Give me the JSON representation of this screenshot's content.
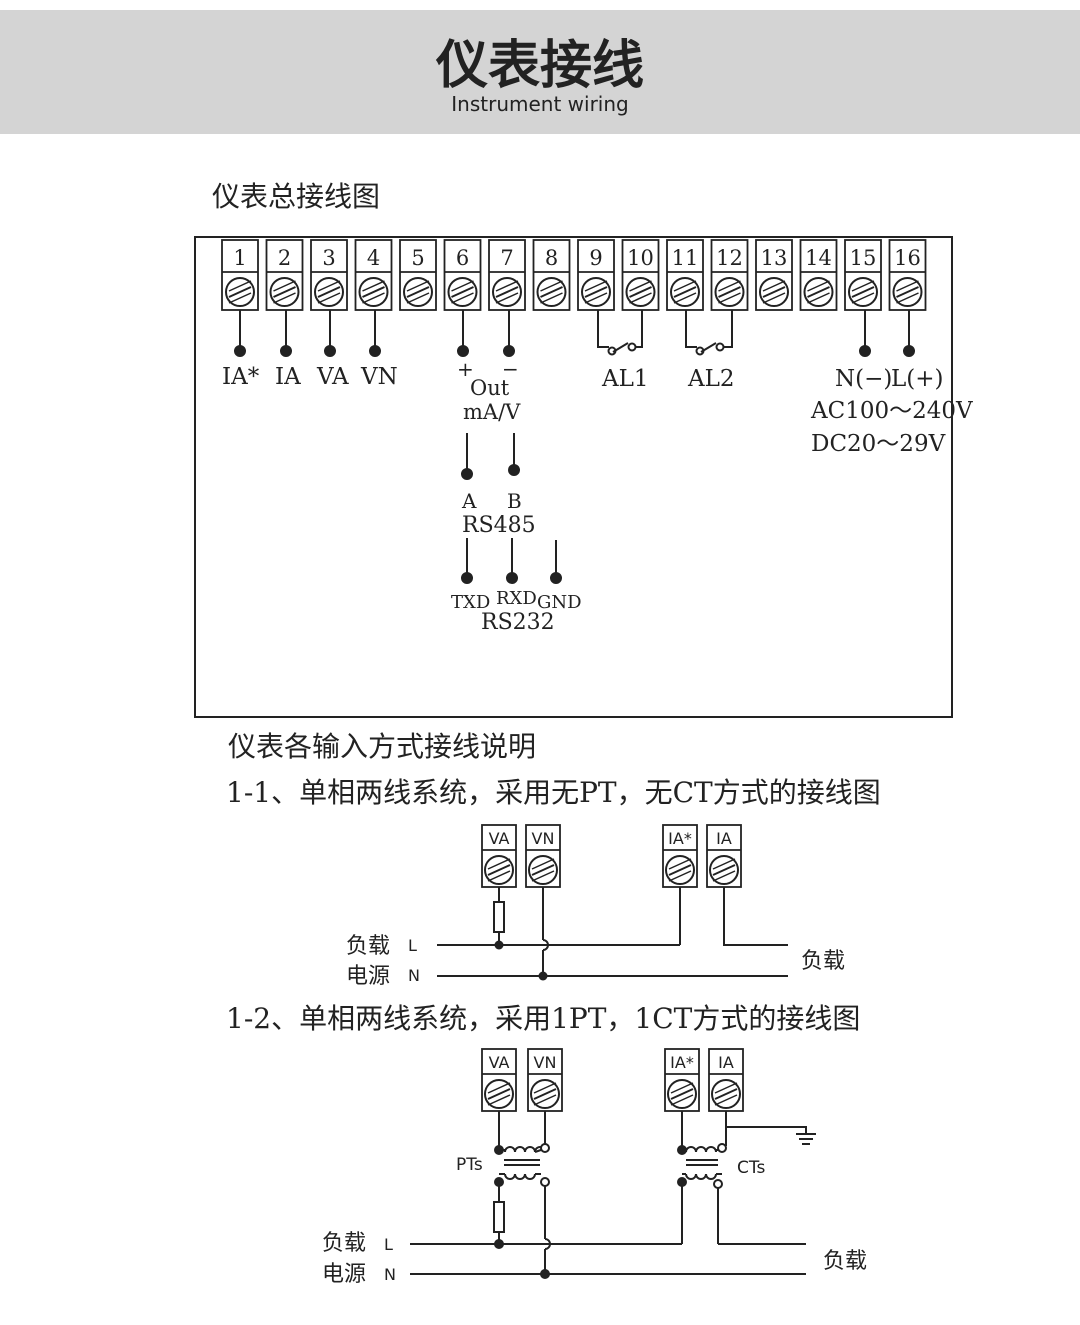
{
  "header": {
    "title": "仪表接线",
    "subtitle": "Instrument wiring",
    "background": "#d4d4d4"
  },
  "main_diagram": {
    "title": "仪表总接线图",
    "terminals": [
      "1",
      "2",
      "3",
      "4",
      "5",
      "6",
      "7",
      "8",
      "9",
      "10",
      "11",
      "12",
      "13",
      "14",
      "15",
      "16"
    ],
    "labels": {
      "ia_star": "IA*",
      "ia": "IA",
      "va": "VA",
      "vn": "VN",
      "plus": "+",
      "minus": "−",
      "out": "Out",
      "ma_v": "mA/V",
      "al1": "AL1",
      "al2": "AL2",
      "n": "N(−)",
      "l": "L(+)",
      "ac": "AC100～240V",
      "dc": "DC20～29V",
      "a": "A",
      "b": "B",
      "rs485": "RS485",
      "txd": "TXD",
      "rxd": "RXD",
      "gnd": "GND",
      "rs232": "RS232"
    }
  },
  "instructions": {
    "title": "仪表各输入方式接线说明"
  },
  "diagram_1_1": {
    "title": "1-1、单相两线系统，采用无PT，无CT方式的接线图",
    "terminals": [
      "VA",
      "VN",
      "IA*",
      "IA"
    ],
    "load_label": "负载",
    "source_label": "电源",
    "l_label": "L",
    "n_label": "N",
    "right_load": "负载"
  },
  "diagram_1_2": {
    "title": "1-2、单相两线系统，采用1PT，1CT方式的接线图",
    "terminals": [
      "VA",
      "VN",
      "IA*",
      "IA"
    ],
    "pts_label": "PTs",
    "cts_label": "CTs",
    "load_label": "负载",
    "source_label": "电源",
    "l_label": "L",
    "n_label": "N",
    "right_load": "负载"
  }
}
